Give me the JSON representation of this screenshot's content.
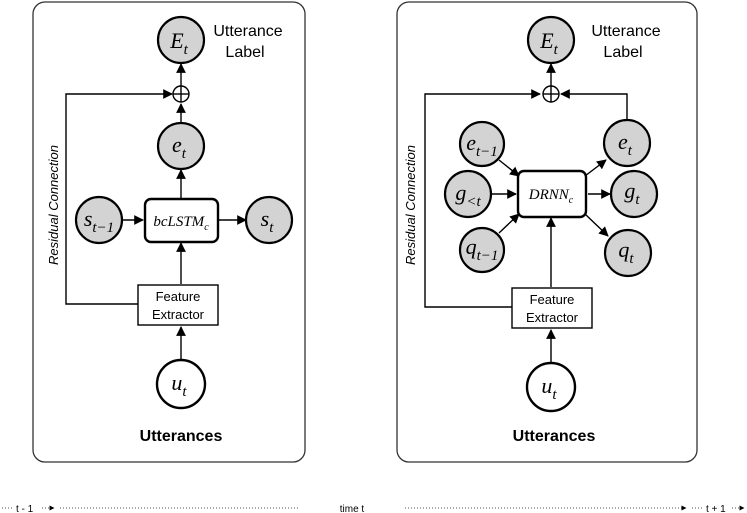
{
  "left_panel": {
    "top_node": {
      "base": "E",
      "sub": "t"
    },
    "label_line1": "Utterance",
    "label_line2": "Label",
    "e_node": {
      "base": "e",
      "sub": "t"
    },
    "s_prev_node": {
      "base": "s",
      "sub": "t−1"
    },
    "center_box": {
      "base": "bcLSTM",
      "sub": "c"
    },
    "s_node": {
      "base": "s",
      "sub": "t"
    },
    "residual_label": "Residual Connection",
    "feature_line1": "Feature",
    "feature_line2": "Extractor",
    "input_node": {
      "base": "u",
      "sub": "t"
    },
    "bottom_label": "Utterances"
  },
  "right_panel": {
    "top_node": {
      "base": "E",
      "sub": "t"
    },
    "label_line1": "Utterance",
    "label_line2": "Label",
    "e_prev_node": {
      "base": "e",
      "sub": "t−1"
    },
    "g_lt_node": {
      "base": "g",
      "sub": "<t"
    },
    "q_prev_node": {
      "base": "q",
      "sub": "t−1"
    },
    "center_box": {
      "base": "DRNN",
      "sub": "c"
    },
    "e_node": {
      "base": "e",
      "sub": "t"
    },
    "g_node": {
      "base": "g",
      "sub": "t"
    },
    "q_node": {
      "base": "q",
      "sub": "t"
    },
    "residual_label": "Residual Connection",
    "feature_line1": "Feature",
    "feature_line2": "Extractor",
    "input_node": {
      "base": "u",
      "sub": "t"
    },
    "bottom_label": "Utterances"
  },
  "timeline": {
    "left": "t - 1",
    "center": "time t",
    "right": "t + 1"
  },
  "colors": {
    "node_fill": "#d3d3d3",
    "stroke": "#000000",
    "panel_border": "#333333"
  }
}
